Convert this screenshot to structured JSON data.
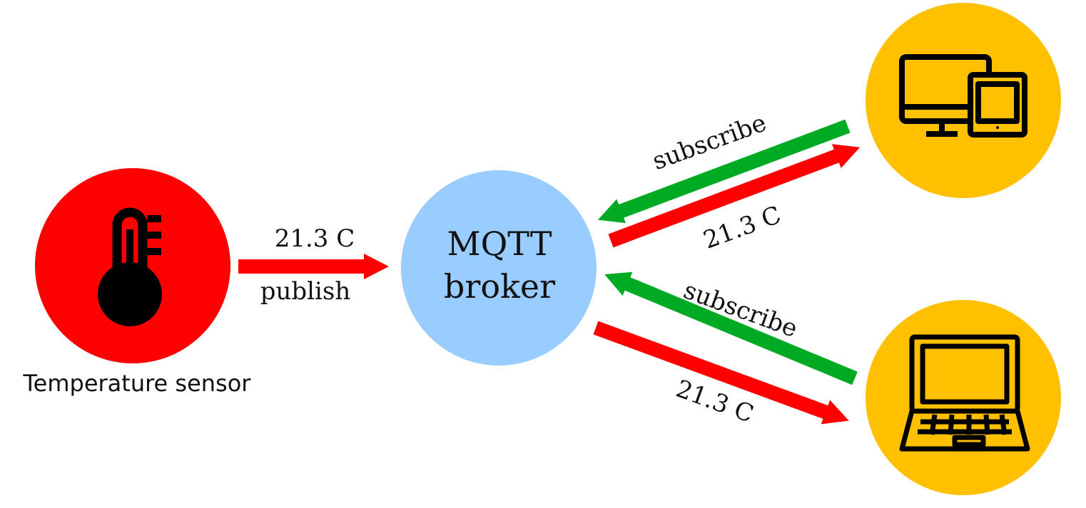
{
  "colors": {
    "sensor_circle": "#ff0000",
    "broker_circle": "#99ccff",
    "client_circle": "#ffc000",
    "publish_arrow": "#ff0000",
    "subscribe_arrow": "#00aa22",
    "icon": "#000000"
  },
  "sensor": {
    "icon": "thermometer-icon",
    "caption": "Temperature sensor"
  },
  "broker": {
    "line1": "MQTT",
    "line2": "broker"
  },
  "publish": {
    "value": "21.3 C",
    "action": "publish"
  },
  "client_top": {
    "icon": "desktop-and-tablet-icon",
    "subscribe_label": "subscribe",
    "value_label": "21.3 C"
  },
  "client_bottom": {
    "icon": "laptop-icon",
    "subscribe_label": "subscribe",
    "value_label": "21.3 C"
  }
}
